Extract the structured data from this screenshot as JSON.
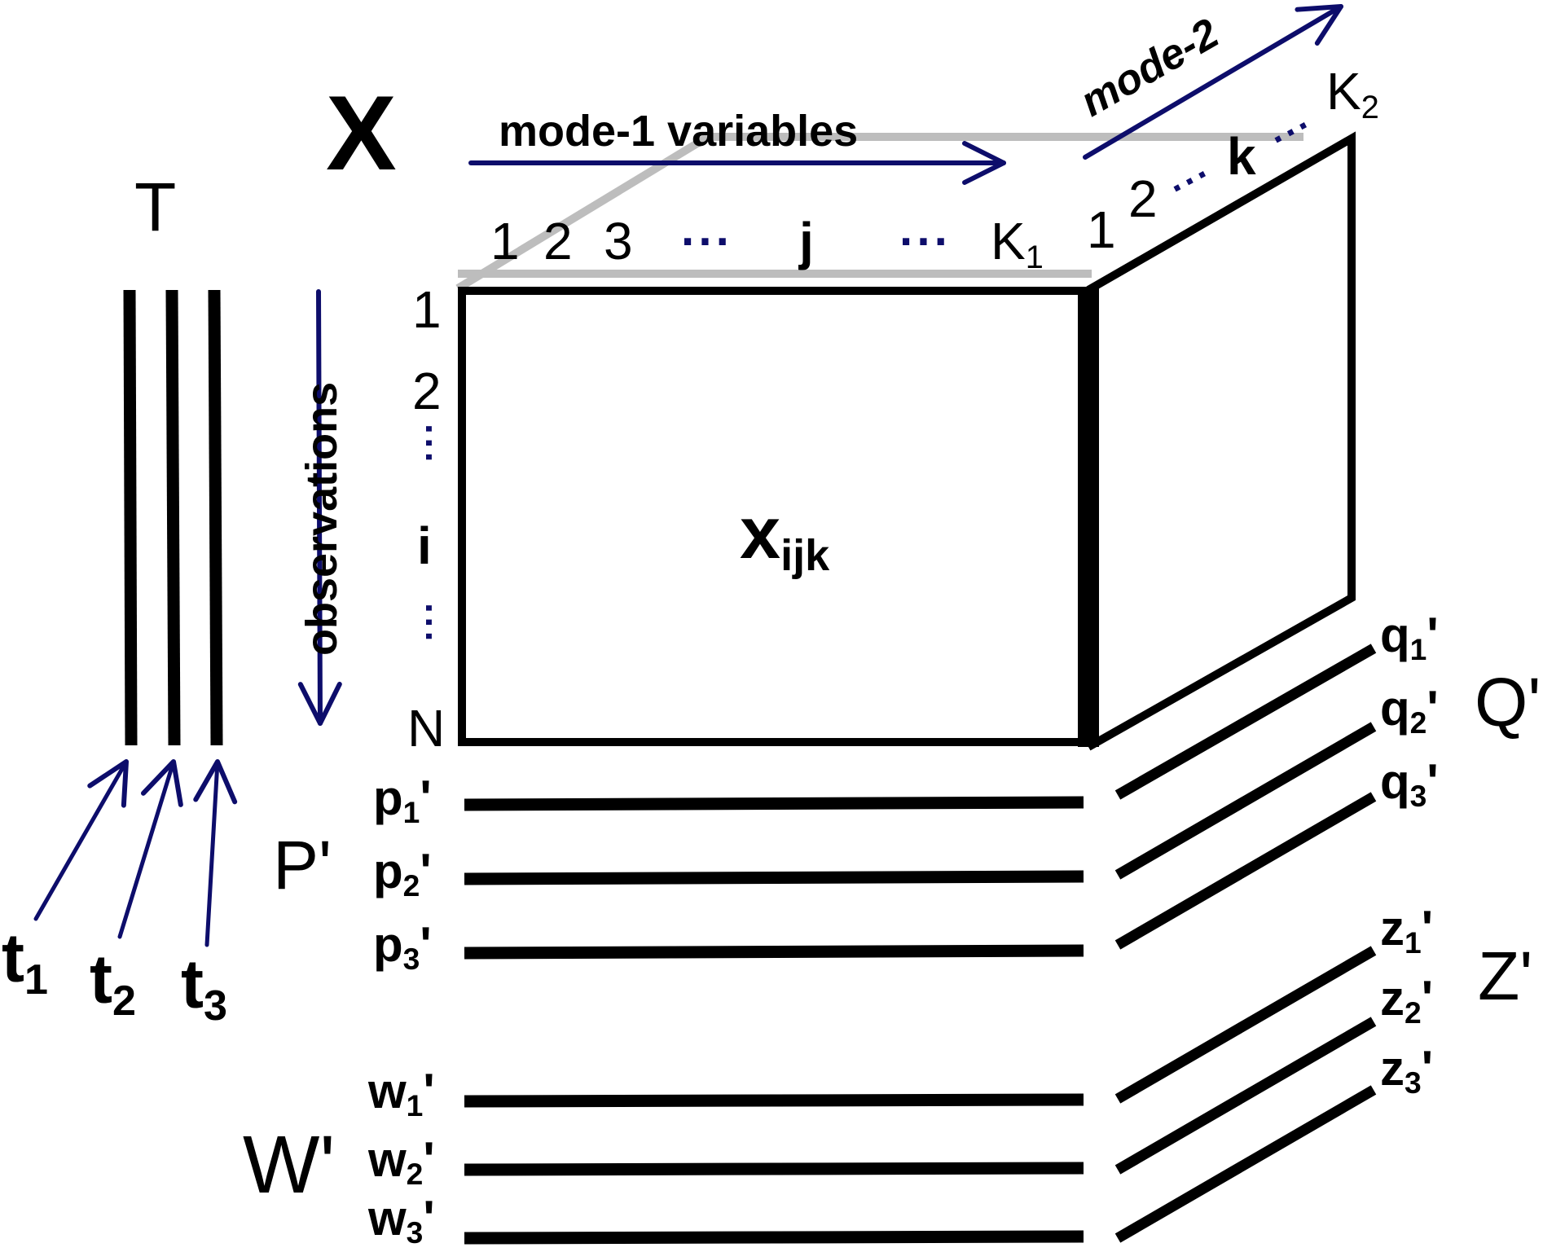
{
  "tensor": {
    "symbol": "X",
    "cell_base": "x",
    "cell_sub": "ijk"
  },
  "mode1": {
    "label": "mode-1 variables",
    "indices": [
      "1",
      "2",
      "3",
      "j"
    ],
    "last_base": "K",
    "last_sub": "1"
  },
  "mode2": {
    "label": "mode-2",
    "indices": [
      "1",
      "2",
      "k"
    ],
    "last_base": "K",
    "last_sub": "2"
  },
  "observations": {
    "label": "observations",
    "indices": [
      "1",
      "2",
      "i",
      "N"
    ]
  },
  "scores": {
    "symbol": "T",
    "items": [
      {
        "base": "t",
        "sub": "1"
      },
      {
        "base": "t",
        "sub": "2"
      },
      {
        "base": "t",
        "sub": "3"
      }
    ]
  },
  "loadings_p": {
    "symbol": "P'",
    "items": [
      {
        "base": "p",
        "sub": "1",
        "prime": "'"
      },
      {
        "base": "p",
        "sub": "2",
        "prime": "'"
      },
      {
        "base": "p",
        "sub": "3",
        "prime": "'"
      }
    ]
  },
  "weights_w": {
    "symbol": "W'",
    "items": [
      {
        "base": "w",
        "sub": "1",
        "prime": "'"
      },
      {
        "base": "w",
        "sub": "2",
        "prime": "'"
      },
      {
        "base": "w",
        "sub": "3",
        "prime": "'"
      }
    ]
  },
  "loadings_q": {
    "symbol": "Q'",
    "items": [
      {
        "base": "q",
        "sub": "1",
        "prime": "'"
      },
      {
        "base": "q",
        "sub": "2",
        "prime": "'"
      },
      {
        "base": "q",
        "sub": "3",
        "prime": "'"
      }
    ]
  },
  "weights_z": {
    "symbol": "Z'",
    "items": [
      {
        "base": "z",
        "sub": "1",
        "prime": "'"
      },
      {
        "base": "z",
        "sub": "2",
        "prime": "'"
      },
      {
        "base": "z",
        "sub": "3",
        "prime": "'"
      }
    ]
  },
  "colors": {
    "ink": "#000000",
    "arrow": "#0d0d6b",
    "back_edge": "#bdbdbd",
    "background": "#ffffff"
  }
}
